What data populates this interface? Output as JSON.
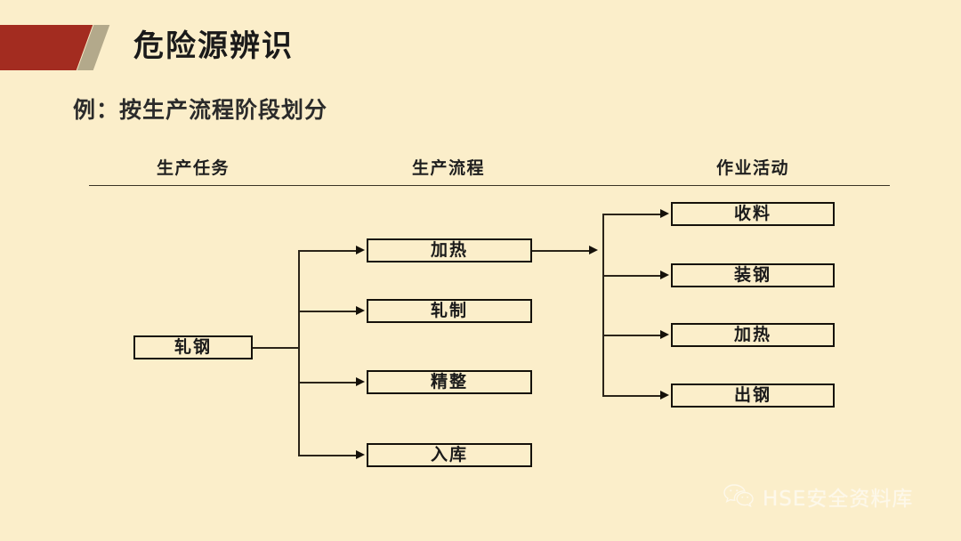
{
  "slide": {
    "title": "危险源辨识",
    "subtitle": "例：按生产流程阶段划分",
    "background_color": "#fbeeca",
    "accent_red": "#a32c20",
    "accent_tan": "#b3a98b"
  },
  "columns": [
    {
      "label": "生产任务"
    },
    {
      "label": "生产流程"
    },
    {
      "label": "作业活动"
    }
  ],
  "diagram": {
    "task_nodes": [
      {
        "label": "轧钢"
      }
    ],
    "process_nodes": [
      {
        "label": "加热"
      },
      {
        "label": "轧制"
      },
      {
        "label": "精整"
      },
      {
        "label": "入库"
      }
    ],
    "activity_nodes": [
      {
        "label": "收料"
      },
      {
        "label": "装钢"
      },
      {
        "label": "加热"
      },
      {
        "label": "出钢"
      }
    ]
  },
  "watermark": {
    "icon": "wechat-icon",
    "text": "HSE安全资料库"
  }
}
